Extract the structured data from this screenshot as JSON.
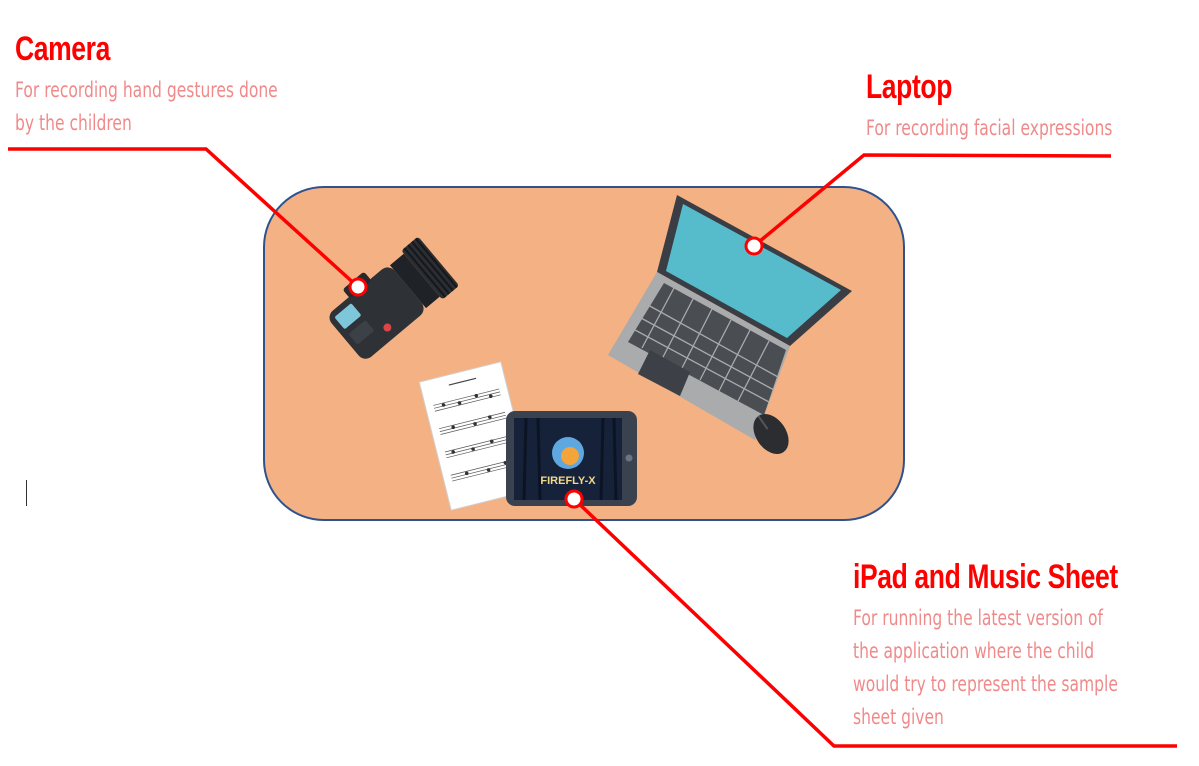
{
  "colors": {
    "accent": "#ff0000",
    "description": "#f08a8a",
    "table_fill": "#f4b183",
    "table_border": "#2f528f",
    "laptop_screen": "#56bccc"
  },
  "callouts": {
    "camera": {
      "title": "Camera",
      "lines": [
        "For recording hand gestures done",
        "by the children"
      ]
    },
    "laptop": {
      "title": "Laptop",
      "lines": [
        "For recording facial expressions"
      ]
    },
    "ipad": {
      "title": "iPad and Music Sheet",
      "lines": [
        "For running the latest version of",
        "the application where the child",
        "would try to represent the sample",
        "sheet given"
      ]
    }
  },
  "ipad_screen": {
    "app_name": "FIREFLY-X"
  }
}
